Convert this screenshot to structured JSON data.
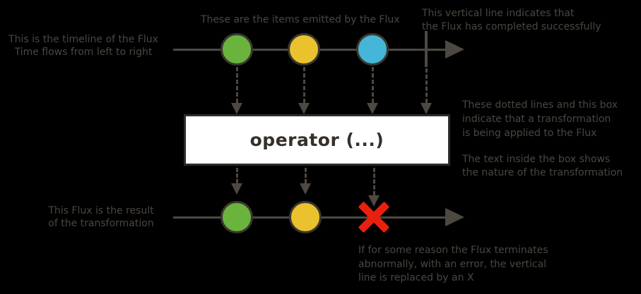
{
  "colors": {
    "background": "#000000",
    "line": "#4d4942",
    "annotation_text": "#4b4740",
    "marble_border": "#3a372f",
    "marble_green": "#6ab43e",
    "marble_yellow": "#eac22e",
    "marble_blue": "#45b5d8",
    "error_red": "#e8200e",
    "operator_box_bg": "#ffffff",
    "operator_box_border": "#2e2b27",
    "operator_text": "#35302a"
  },
  "annotations": {
    "timeline": "This is the timeline of the Flux\nTime flows from left to right",
    "items": "These are the items emitted by the Flux",
    "complete": "This vertical line indicates that\nthe Flux has completed successfully",
    "transform": "These dotted lines and this box\nindicate that a transformation\nis being applied to the Flux",
    "box_meaning": "The text inside the box shows\nthe nature of the transformation",
    "result": "This Flux is the result\nof the transformation",
    "error": "If for some reason the Flux terminates\nabnormally, with an error, the vertical\nline is replaced by an X"
  },
  "operator": {
    "label": "operator (...)"
  },
  "source_flux": {
    "items": [
      {
        "name": "item-1",
        "color": "#6ab43e"
      },
      {
        "name": "item-2",
        "color": "#eac22e"
      },
      {
        "name": "item-3",
        "color": "#45b5d8"
      }
    ],
    "terminal": "complete"
  },
  "result_flux": {
    "items": [
      {
        "name": "item-1",
        "color": "#6ab43e"
      },
      {
        "name": "item-2",
        "color": "#eac22e"
      }
    ],
    "terminal": "error"
  }
}
